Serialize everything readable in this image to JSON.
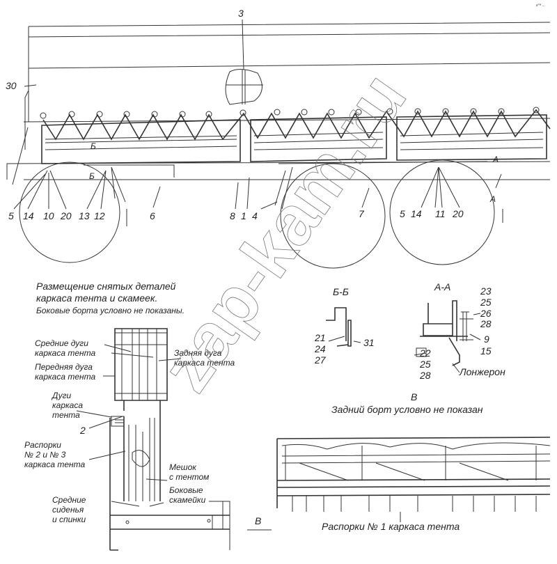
{
  "corner_mark": "г™ ...",
  "watermark": "zap-kam.ru",
  "side_view": {
    "callouts_top": [
      "3",
      "30"
    ],
    "section_marks": [
      "Б",
      "Б",
      "А",
      "А"
    ],
    "callouts_bottom": [
      "5",
      "14",
      "10",
      "20",
      "13",
      "12",
      "6",
      "8",
      "1",
      "4",
      "7",
      "5",
      "14",
      "11",
      "20"
    ]
  },
  "layout_caption": {
    "line1": "Размещение снятых деталей",
    "line2": "каркаса тента и скамеек.",
    "line3": "Боковые борта условно не показаны."
  },
  "stowage_view": {
    "labels": {
      "middle_bows": [
        "Средние дуги",
        "каркаса тента"
      ],
      "rear_bow": [
        "Задняя дуга",
        "каркаса тента"
      ],
      "front_bow": [
        "Передняя дуга",
        "каркаса тента"
      ],
      "bows": [
        "Дуги",
        "каркаса",
        "тента"
      ],
      "item2": "2",
      "spacers": [
        "Распорки",
        "№ 2 и № 3",
        "каркаса тента"
      ],
      "bag": [
        "Мешок",
        "с тентом"
      ],
      "side_benches": [
        "Боковые",
        "скамейки"
      ],
      "middle_seats": [
        "Средние",
        "сиденья",
        "и спинки"
      ],
      "view_arrow": "В"
    }
  },
  "section_bb": {
    "title": "Б-Б",
    "callouts_left": [
      "21",
      "24",
      "27"
    ],
    "callout_right": "31"
  },
  "section_aa": {
    "title": "А-А",
    "callouts_right_top": [
      "23",
      "25",
      "26",
      "28"
    ],
    "callouts_right_bottom": [
      "9",
      "15"
    ],
    "callouts_left": [
      "22",
      "25",
      "28"
    ],
    "frame_label": "Лонжерон"
  },
  "view_b": {
    "title": "В",
    "note": "Задний борт условно не показан",
    "caption": "Распорки № 1 каркаса тента"
  }
}
